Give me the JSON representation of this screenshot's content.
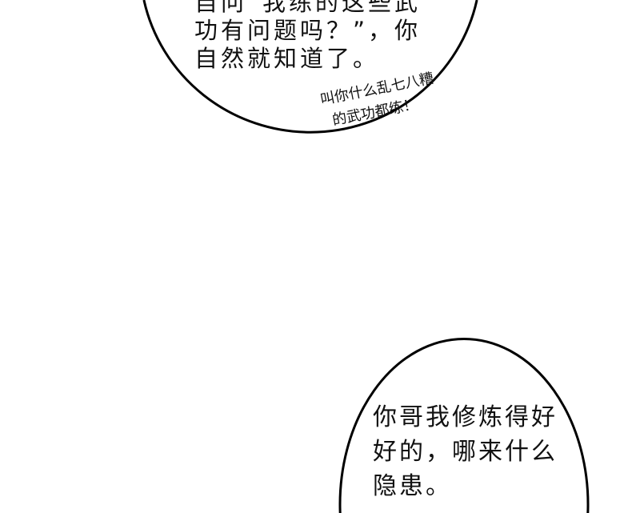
{
  "top_bubble": {
    "lines": [
      "自问“我练的这些武",
      "功有问题吗？”，你",
      "自然就知道了。"
    ]
  },
  "side_remark": {
    "lines": [
      "叫你什么乱七八糟",
      "的武功都练！"
    ]
  },
  "bottom_bubble": {
    "lines": [
      "你哥我修炼得好",
      "好的，哪来什么",
      "隐患。"
    ]
  }
}
